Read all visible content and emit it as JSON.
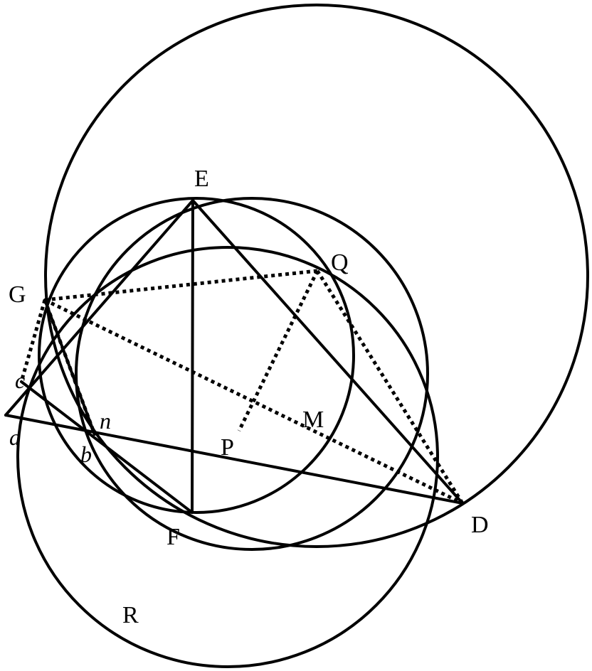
{
  "diagram": {
    "points": {
      "E": "E",
      "G": "G",
      "Q": "Q",
      "M": "M",
      "P": "P",
      "D": "D",
      "F": "F",
      "R": "R",
      "a": "a",
      "b": "b",
      "c": "c",
      "n": "n"
    }
  }
}
